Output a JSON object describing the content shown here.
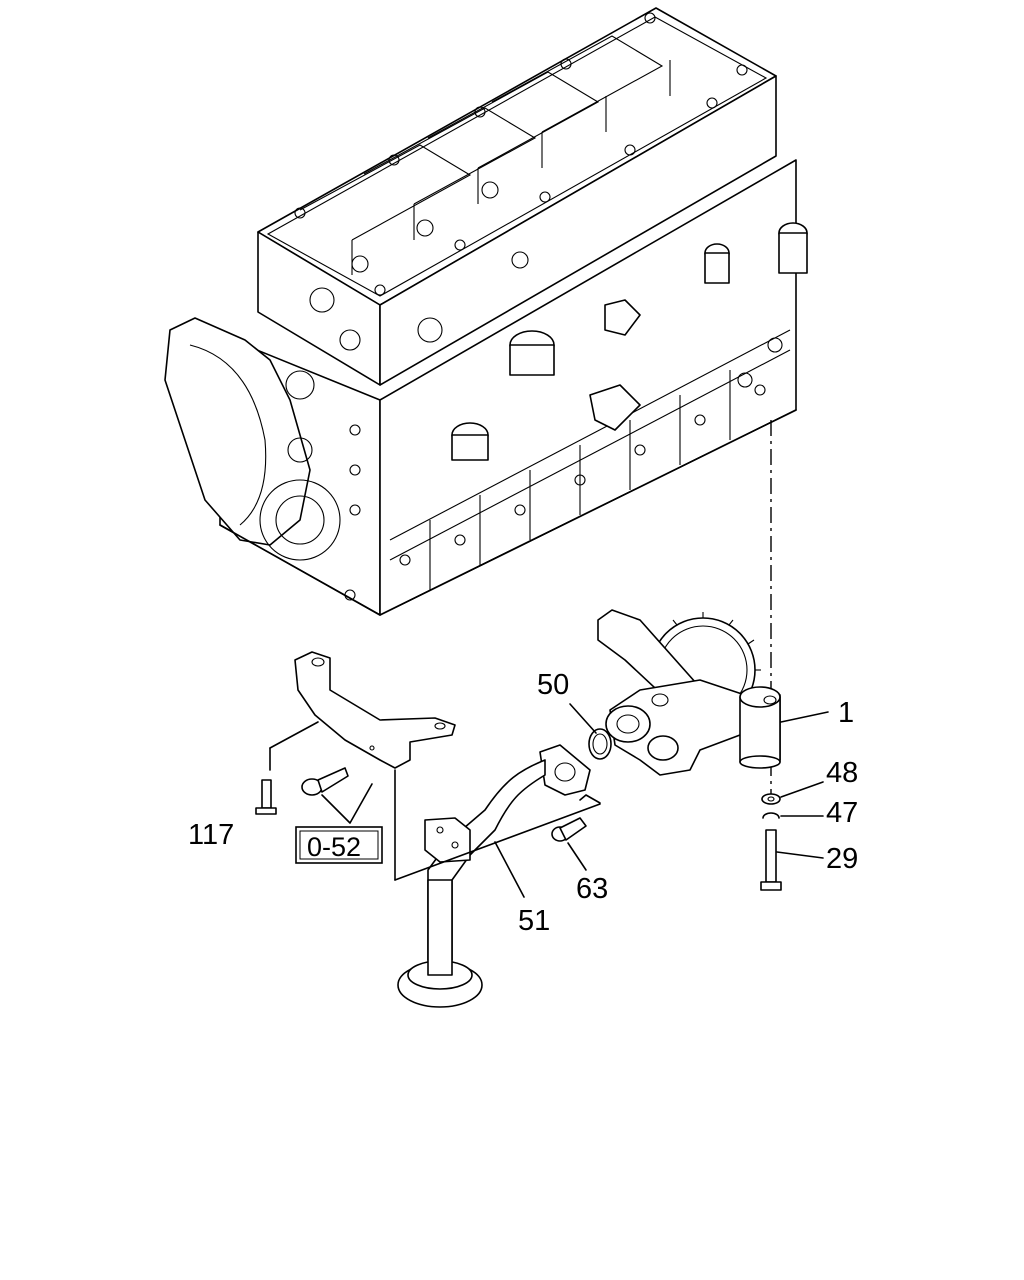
{
  "callouts": {
    "c1": "1",
    "c48": "48",
    "c47": "47",
    "c29": "29",
    "c50": "50",
    "c63": "63",
    "c51": "51",
    "c117": "117"
  },
  "reference_box": "0-52"
}
